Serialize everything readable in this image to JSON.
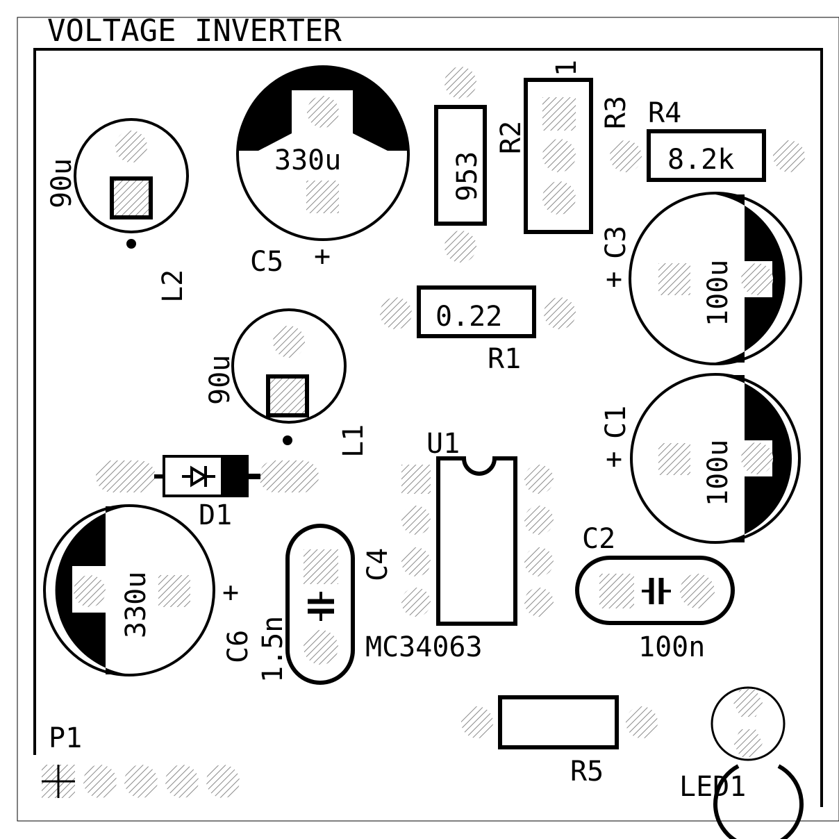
{
  "title": "VOLTAGE INVERTER",
  "colors": {
    "ink": "#000000",
    "board": "#ffffff",
    "hatch": "#8a8a8a"
  },
  "components": {
    "C5": {
      "label": "C5",
      "value": "330u",
      "polarity": "+"
    },
    "C6": {
      "label": "C6",
      "value": "330u",
      "polarity": "+"
    },
    "C3": {
      "label": "C3",
      "value": "100u",
      "polarity": "+"
    },
    "C1": {
      "label": "C1",
      "value": "100u",
      "polarity": "+"
    },
    "L2": {
      "label": "L2",
      "value": "90u"
    },
    "L1": {
      "label": "L1",
      "value": "90u"
    },
    "R1": {
      "label": "R1",
      "value": "0.22"
    },
    "R2": {
      "label": "R2",
      "value": "953"
    },
    "R3": {
      "label": "R3",
      "pin1": "1"
    },
    "R4": {
      "label": "R4",
      "value": "8.2k"
    },
    "R5": {
      "label": "R5"
    },
    "C4": {
      "label": "C4",
      "value": "1.5n"
    },
    "C2": {
      "label": "C2",
      "value": "100n"
    },
    "D1": {
      "label": "D1"
    },
    "U1": {
      "label": "U1",
      "value": "MC34063"
    },
    "LED1": {
      "label": "LED1"
    },
    "P1": {
      "label": "P1"
    }
  }
}
